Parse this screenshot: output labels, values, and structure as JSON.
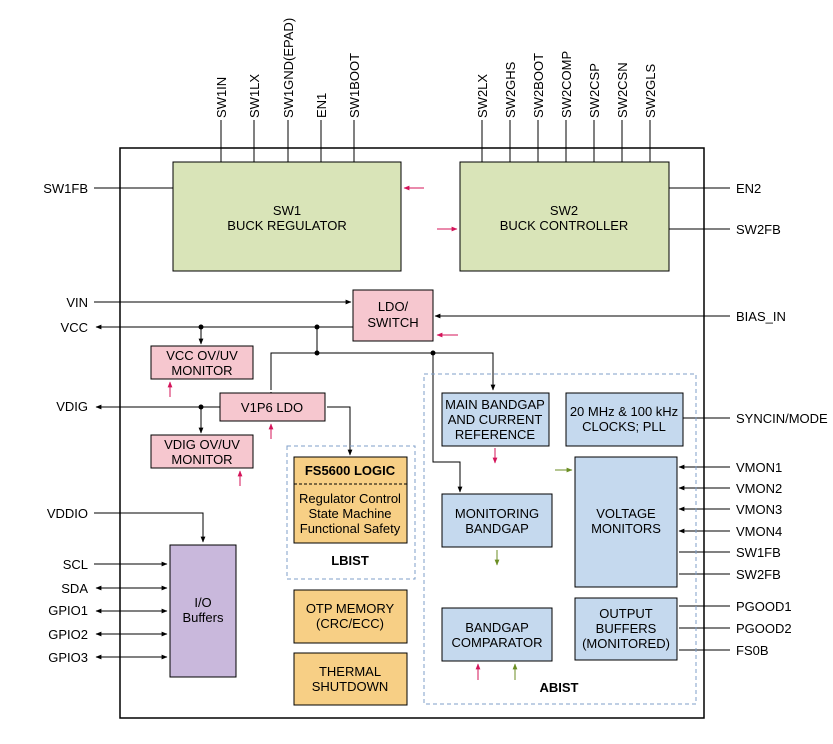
{
  "top_pins_sw1": [
    "SW1IN",
    "SW1LX",
    "SW1GND(EPAD)",
    "EN1",
    "SW1BOOT"
  ],
  "top_pins_sw2": [
    "SW2LX",
    "SW2GHS",
    "SW2BOOT",
    "SW2COMP",
    "SW2CSP",
    "SW2CSN",
    "SW2GLS"
  ],
  "left_pins": {
    "sw1fb": "SW1FB",
    "vin": "VIN",
    "vcc": "VCC",
    "vdig": "VDIG",
    "vddio": "VDDIO",
    "scl": "SCL",
    "sda": "SDA",
    "gpio1": "GPIO1",
    "gpio2": "GPIO2",
    "gpio3": "GPIO3"
  },
  "right_pins": {
    "en2": "EN2",
    "sw2fb_top": "SW2FB",
    "bias_in": "BIAS_IN",
    "syncin": "SYNCIN/MODE",
    "vmon1": "VMON1",
    "vmon2": "VMON2",
    "vmon3": "VMON3",
    "vmon4": "VMON4",
    "sw1fb": "SW1FB",
    "sw2fb": "SW2FB",
    "pgood1": "PGOOD1",
    "pgood2": "PGOOD2",
    "fs0b": "FS0B"
  },
  "blocks": {
    "sw1": [
      "SW1",
      "BUCK REGULATOR"
    ],
    "sw2": [
      "SW2",
      "BUCK CONTROLLER"
    ],
    "ldo": [
      "LDO/",
      "SWITCH"
    ],
    "vcc_mon": [
      "VCC OV/UV",
      "MONITOR"
    ],
    "v1p6": [
      "V1P6 LDO"
    ],
    "vdig_mon": [
      "VDIG OV/UV",
      "MONITOR"
    ],
    "main_bg": [
      "MAIN BANDGAP",
      "AND CURRENT",
      "REFERENCE"
    ],
    "clocks": [
      "20 MHz & 100 kHz",
      "CLOCKS; PLL"
    ],
    "fs_logic_title": "FS5600 LOGIC",
    "fs_logic_body": [
      "Regulator Control",
      "State Machine",
      "Functional Safety"
    ],
    "lbist": "LBIST",
    "mon_bg": [
      "MONITORING",
      "BANDGAP"
    ],
    "vmon": [
      "VOLTAGE",
      "MONITORS"
    ],
    "io": [
      "I/O",
      "Buffers"
    ],
    "otp": [
      "OTP MEMORY",
      "(CRC/ECC)"
    ],
    "bg_comp": [
      "BANDGAP",
      "COMPARATOR"
    ],
    "out_buf": [
      "OUTPUT",
      "BUFFERS",
      "(MONITORED)"
    ],
    "thermal": [
      "THERMAL",
      "SHUTDOWN"
    ],
    "abist": "ABIST"
  },
  "colors": {
    "green_block": "#d9e4b8",
    "pink_block": "#f6c7cf",
    "blue_block": "#c5d9ee",
    "orange_block": "#f7cf85",
    "purple_block": "#c9b8dc",
    "accent_red": "#d4145a",
    "accent_green": "#6b8e23",
    "dashed_blue": "#7f9fc8"
  }
}
